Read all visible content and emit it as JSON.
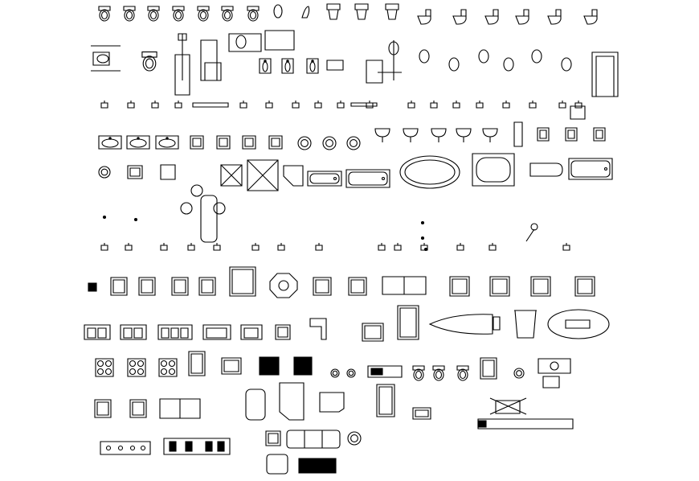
{
  "drawing": {
    "background": "#ffffff",
    "line_color": "#000000",
    "categories": [
      {
        "key": "toilets",
        "icon": "toilet-icon"
      },
      {
        "key": "urinals-bidets",
        "icon": "urinal-icon"
      },
      {
        "key": "accessories",
        "icon": "bath-accessory-icon"
      },
      {
        "key": "basins",
        "icon": "wash-basin-icon"
      },
      {
        "key": "bathtubs-showers",
        "icon": "bathtub-icon"
      },
      {
        "key": "taps-fittings",
        "icon": "faucet-icon"
      },
      {
        "key": "kitchen-sinks",
        "icon": "kitchen-sink-icon"
      },
      {
        "key": "appliances",
        "icon": "appliance-icon"
      },
      {
        "key": "cooktops",
        "icon": "cooktop-icon"
      },
      {
        "key": "furniture",
        "icon": "furniture-icon"
      }
    ]
  }
}
